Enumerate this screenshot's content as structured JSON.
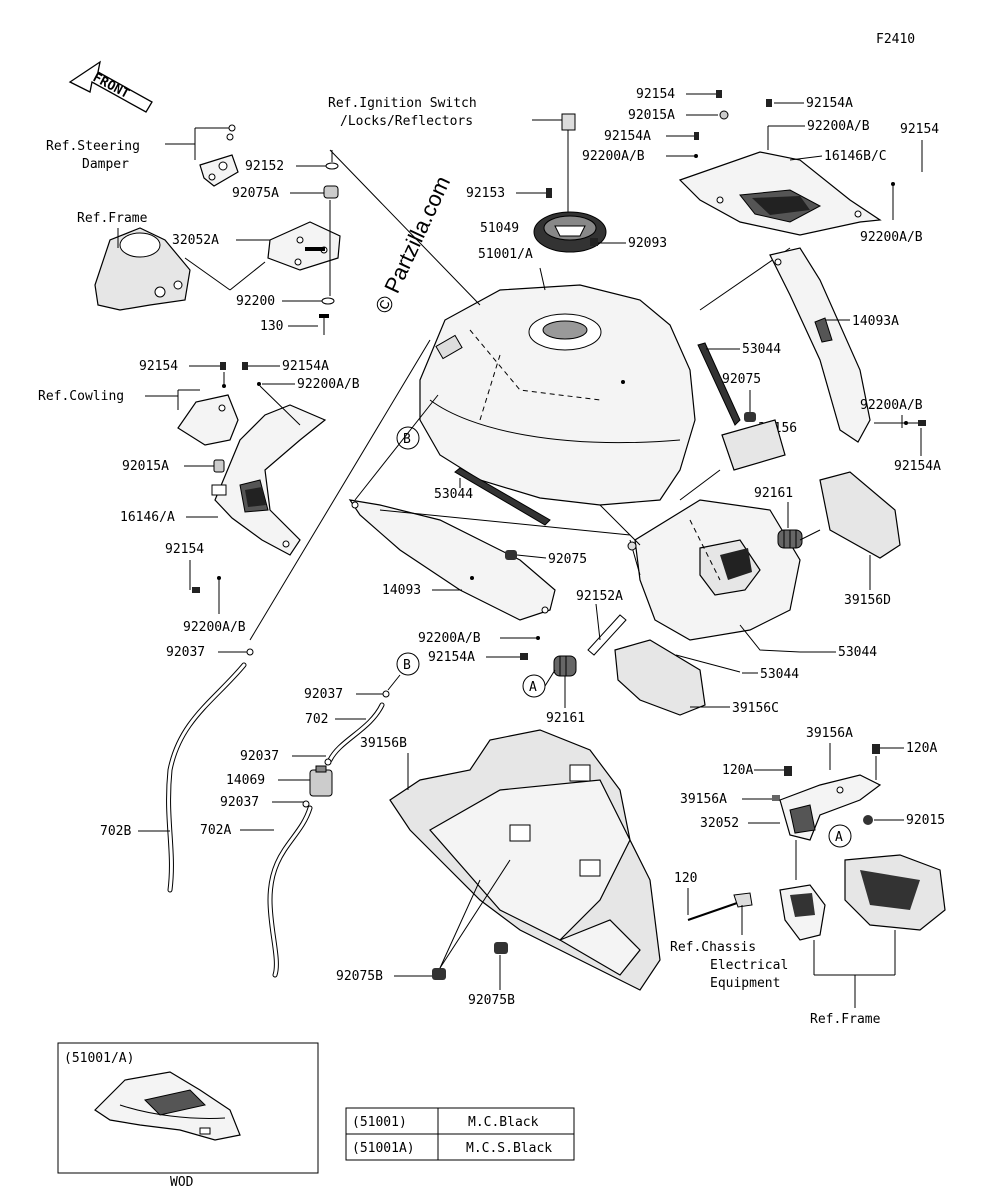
{
  "diagram_code": "F2410",
  "front_label": "FRONT",
  "watermark": "© Partzilla.com",
  "callouts": {
    "ref_ignition_1": "Ref.Ignition Switch",
    "ref_ignition_2": "/Locks/Reflectors",
    "ref_steering_1": "Ref.Steering",
    "ref_steering_2": "Damper",
    "ref_frame_top": "Ref.Frame",
    "ref_cowling": "Ref.Cowling",
    "ref_chassis_1": "Ref.Chassis",
    "ref_chassis_2": "Electrical",
    "ref_chassis_3": "Equipment",
    "ref_frame_bottom": "Ref.Frame"
  },
  "parts": {
    "p92152": "92152",
    "p92075A": "92075A",
    "p32052A": "32052A",
    "p92200": "92200",
    "p130": "130",
    "p92154_l": "92154",
    "p92154A_l": "92154A",
    "p92200AB_l": "92200A/B",
    "p92015A_l": "92015A",
    "p16146A": "16146/A",
    "p92154_l2": "92154",
    "p92200AB_l2": "92200A/B",
    "p92037_l": "92037",
    "p92153": "92153",
    "p51049": "51049",
    "p51001A": "51001/A",
    "p92093": "92093",
    "p92154_t": "92154",
    "p92015A_t": "92015A",
    "p92154A_t": "92154A",
    "p92200AB_t": "92200A/B",
    "p92154A_t2": "92154A",
    "p92200AB_t2": "92200A/B",
    "p92154_r": "92154",
    "p16146BC": "16146B/C",
    "p92200AB_r": "92200A/B",
    "p14093A": "14093A",
    "p53044_a": "53044",
    "p92075_a": "92075",
    "p39156": "39156",
    "p92200AB_r2": "92200A/B",
    "p92154A_r": "92154A",
    "p53044_b": "53044",
    "p92075_b": "92075",
    "p14093": "14093",
    "p92152A": "92152A",
    "p92200AB_m": "92200A/B",
    "p92154A_m": "92154A",
    "p92161_r": "92161",
    "p39156D": "39156D",
    "p53044_c": "53044",
    "p53044_d": "53044",
    "p39156C": "39156C",
    "p92161_b": "92161",
    "p92037_a": "92037",
    "p702": "702",
    "p92037_b": "92037",
    "p14069": "14069",
    "p92037_c": "92037",
    "p702B": "702B",
    "p702A": "702A",
    "p39156B": "39156B",
    "p92075B_a": "92075B",
    "p92075B_b": "92075B",
    "p39156A_t": "39156A",
    "p120A_r": "120A",
    "p120A_l": "120A",
    "p39156A_l": "39156A",
    "p32052": "32052",
    "p92015": "92015",
    "p120": "120"
  },
  "markers": {
    "A": "A",
    "B": "B"
  },
  "inset": {
    "title": "(51001/A)",
    "footer": "WOD"
  },
  "color_table": [
    {
      "code": "(51001)",
      "color": "M.C.Black"
    },
    {
      "code": "(51001A)",
      "color": "M.C.S.Black"
    }
  ]
}
